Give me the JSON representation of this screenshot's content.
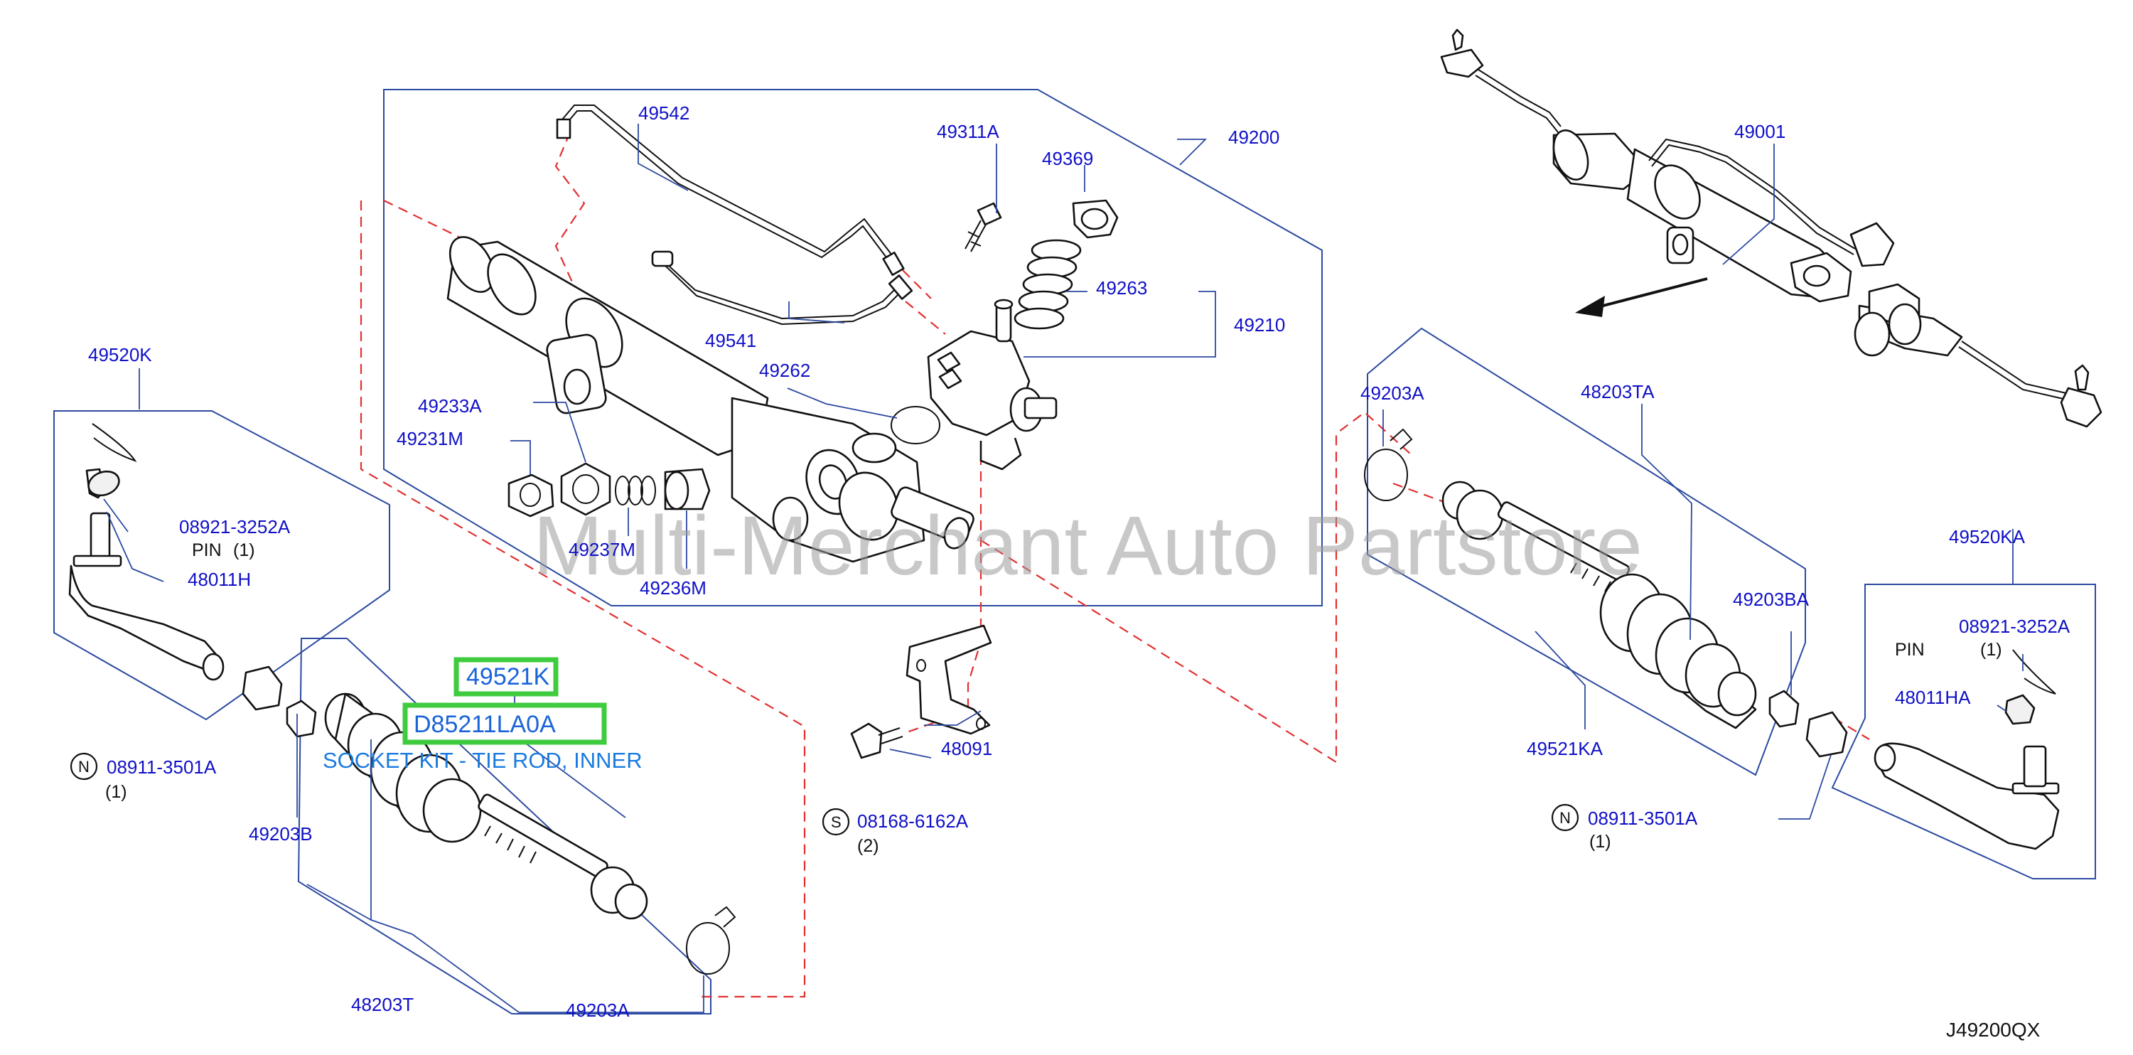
{
  "labels": {
    "p49542": "49542",
    "p49311A": "49311A",
    "p49200": "49200",
    "p49369": "49369",
    "p49263": "49263",
    "p49210": "49210",
    "p49541": "49541",
    "p49262": "49262",
    "p49233A": "49233A",
    "p49231M": "49231M",
    "p49237M": "49237M",
    "p49236M": "49236M",
    "p49520K": "49520K",
    "p08921_3252A_l": "08921-3252A",
    "p48011H": "48011H",
    "p08911_3501A_l": "08911-3501A",
    "p49203B": "49203B",
    "p48203T": "48203T",
    "p49203A_b": "49203A",
    "p48091": "48091",
    "p08168_6162A": "08168-6162A",
    "p49001": "49001",
    "p49203A_r": "49203A",
    "p48203TA": "48203TA",
    "p49203BA": "49203BA",
    "p49521KA": "49521KA",
    "p08911_3501A_r": "08911-3501A",
    "p49520KA": "49520KA",
    "p08921_3252A_r": "08921-3252A",
    "p48011HA": "48011HA"
  },
  "notes": {
    "pin_left": "PIN",
    "pin_left_qty": "(1)",
    "qty_nut_left": "(1)",
    "qty_bolt": "(2)",
    "pin_right": "PIN",
    "pin_right_qty": "(1)",
    "qty_nut_right": "(1)"
  },
  "circles": {
    "n_left": "N",
    "s_bolt": "S",
    "n_right": "N"
  },
  "highlight": {
    "part_number": "49521K",
    "replacement": "D85211LA0A",
    "description": "SOCKET KIT - TIE ROD, INNER"
  },
  "watermark": "Multi-Merchant Auto Partstore",
  "diagram_code": "J49200QX",
  "colors": {
    "label_blue": "#1010c8",
    "highlight_green": "#3ecb3e",
    "callout_blue": "#1a7ae0",
    "dashed_red": "#e23030"
  }
}
